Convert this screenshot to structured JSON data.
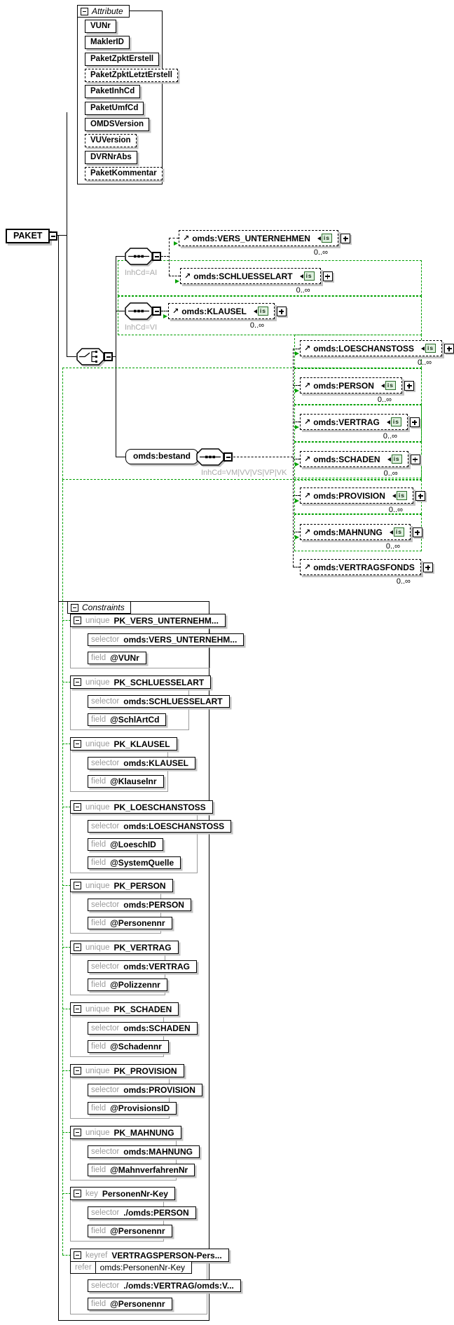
{
  "root": {
    "label": "PAKET"
  },
  "attributes": {
    "title": "Attribute",
    "items": [
      {
        "label": "VUNr",
        "required": true
      },
      {
        "label": "MaklerID",
        "required": true
      },
      {
        "label": "PaketZpktErstell",
        "required": true
      },
      {
        "label": "PaketZpktLetztErstell",
        "required": false
      },
      {
        "label": "PaketInhCd",
        "required": true
      },
      {
        "label": "PaketUmfCd",
        "required": true
      },
      {
        "label": "OMDSVersion",
        "required": true
      },
      {
        "label": "VUVersion",
        "required": false
      },
      {
        "label": "DVRNrAbs",
        "required": true
      },
      {
        "label": "PaketKommentar",
        "required": false
      }
    ]
  },
  "badges": {
    "is": "is",
    "sub_arrow": "↗"
  },
  "branches": {
    "seq_ai": {
      "label": "InhCd=AI",
      "children": [
        {
          "label": "omds:VERS_UNTERNEHMEN",
          "occurs": "0..∞"
        },
        {
          "label": "omds:SCHLUESSELART",
          "occurs": "0..∞"
        }
      ]
    },
    "seq_vi": {
      "label": "InhCd=VI",
      "children": [
        {
          "label": "omds:KLAUSEL",
          "occurs": "0..∞"
        }
      ]
    },
    "bestand": {
      "label": "omds:bestand",
      "seq_label": "InhCd=VM|VV|VS|VP|VK",
      "children": [
        {
          "label": "omds:LOESCHANSTOSS",
          "occurs": "0..∞"
        },
        {
          "label": "omds:PERSON",
          "occurs": "0..∞"
        },
        {
          "label": "omds:VERTRAG",
          "occurs": "0..∞"
        },
        {
          "label": "omds:SCHADEN",
          "occurs": "0..∞"
        },
        {
          "label": "omds:PROVISION",
          "occurs": "0..∞"
        },
        {
          "label": "omds:MAHNUNG",
          "occurs": "0..∞"
        },
        {
          "label": "omds:VERTRAGSFONDS",
          "occurs": "0..∞"
        }
      ]
    }
  },
  "constraints": {
    "title": "Constraints",
    "selector_keyword": "selector",
    "field_keyword": "field",
    "items": [
      {
        "kind": "unique",
        "name": "PK_VERS_UNTERNEHM...",
        "selector": "omds:VERS_UNTERNEHM...",
        "fields": [
          "@VUNr"
        ]
      },
      {
        "kind": "unique",
        "name": "PK_SCHLUESSELART",
        "selector": "omds:SCHLUESSELART",
        "fields": [
          "@SchlArtCd"
        ]
      },
      {
        "kind": "unique",
        "name": "PK_KLAUSEL",
        "selector": "omds:KLAUSEL",
        "fields": [
          "@Klauselnr"
        ]
      },
      {
        "kind": "unique",
        "name": "PK_LOESCHANSTOSS",
        "selector": "omds:LOESCHANSTOSS",
        "fields": [
          "@LoeschID",
          "@SystemQuelle"
        ]
      },
      {
        "kind": "unique",
        "name": "PK_PERSON",
        "selector": "omds:PERSON",
        "fields": [
          "@Personennr"
        ]
      },
      {
        "kind": "unique",
        "name": "PK_VERTRAG",
        "selector": "omds:VERTRAG",
        "fields": [
          "@Polizzennr"
        ]
      },
      {
        "kind": "unique",
        "name": "PK_SCHADEN",
        "selector": "omds:SCHADEN",
        "fields": [
          "@Schadennr"
        ]
      },
      {
        "kind": "unique",
        "name": "PK_PROVISION",
        "selector": "omds:PROVISION",
        "fields": [
          "@ProvisionsID"
        ]
      },
      {
        "kind": "unique",
        "name": "PK_MAHNUNG",
        "selector": "omds:MAHNUNG",
        "fields": [
          "@MahnverfahrenNr"
        ]
      },
      {
        "kind": "key",
        "name": "PersonenNr-Key",
        "selector": "./omds:PERSON",
        "fields": [
          "@Personennr"
        ]
      },
      {
        "kind": "keyref",
        "name": "VERTRAGSPERSON-Pers...",
        "refer_keyword": "refer",
        "refer": "omds:PersonenNr-Key",
        "selector": "./omds:VERTRAG/omds:V...",
        "fields": [
          "@Personennr"
        ]
      }
    ]
  },
  "colors": {
    "optional_green": "#00a000",
    "shadow_gray": "#c3c3c3",
    "keyword_gray": "#9b9b9b",
    "is_badge_bg": "#dff0df"
  }
}
